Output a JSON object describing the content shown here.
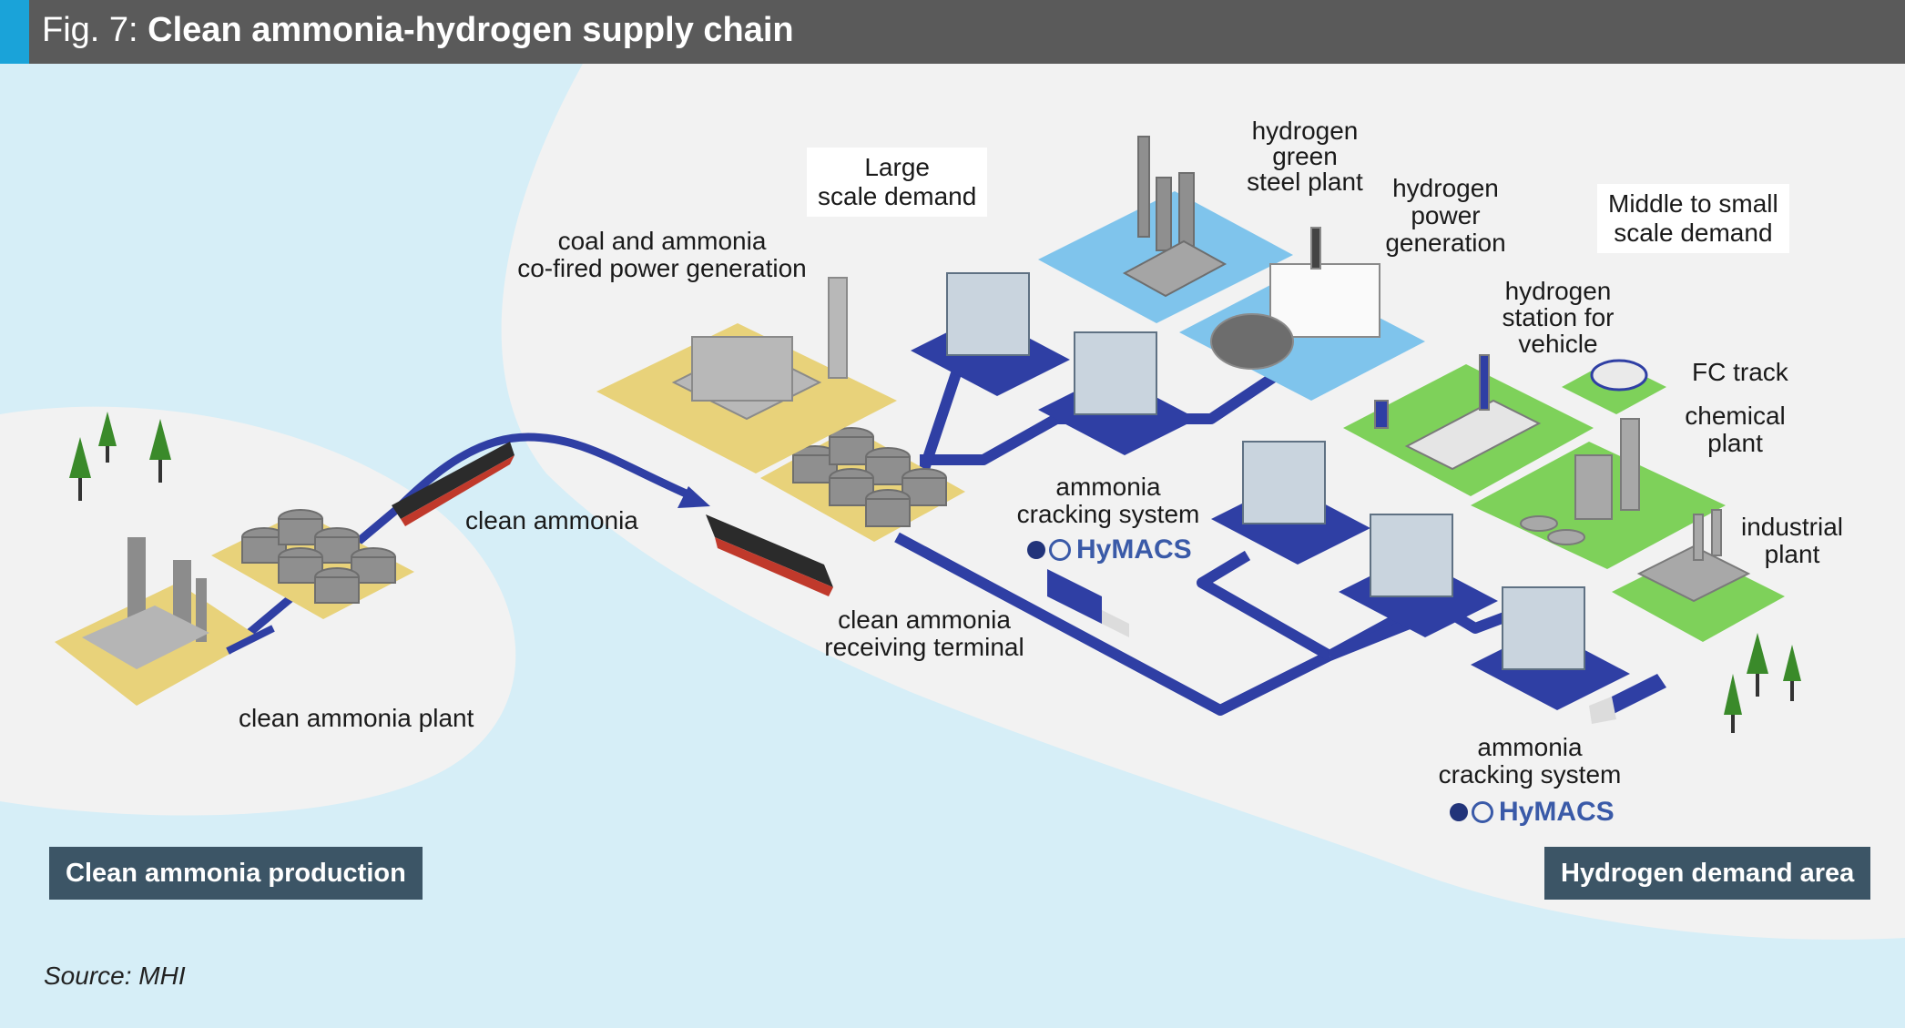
{
  "figure": {
    "fig_label": "Fig. 7:",
    "title": "Clean ammonia-hydrogen supply chain"
  },
  "labels": {
    "clean_ammonia_plant": "clean ammonia plant",
    "clean_ammonia": "clean ammonia",
    "receiving_terminal_l1": "clean ammonia",
    "receiving_terminal_l2": "receiving terminal",
    "cofired_l1": "coal and ammonia",
    "cofired_l2": "co-fired power generation",
    "cracking_1_l1": "ammonia",
    "cracking_1_l2": "cracking system",
    "cracking_2_l1": "ammonia",
    "cracking_2_l2": "cracking system",
    "green_steel_l1": "hydrogen",
    "green_steel_l2": "green",
    "green_steel_l3": "steel plant",
    "h2_power_l1": "hydrogen",
    "h2_power_l2": "power",
    "h2_power_l3": "generation",
    "h2_station_l1": "hydrogen",
    "h2_station_l2": "station for",
    "h2_station_l3": "vehicle",
    "fc_track": "FC track",
    "chemical_l1": "chemical",
    "chemical_l2": "plant",
    "industrial_l1": "industrial",
    "industrial_l2": "plant"
  },
  "boxes": {
    "large_l1": "Large",
    "large_l2": "scale demand",
    "middle_l1": "Middle to small",
    "middle_l2": "scale demand"
  },
  "brand": {
    "name": "HyMACS"
  },
  "tags": {
    "production": "Clean ammonia production",
    "demand": "Hydrogen demand area"
  },
  "source": "Source: MHI",
  "colors": {
    "sea": "#d6eef7",
    "land": "#f2f2f2",
    "pipeline": "#2f3fa4",
    "yellow_pad": "#e8d27a",
    "green_pad": "#7ed15a",
    "blue_pad": "#7fc4ec",
    "title_bar": "#5a5a5a",
    "accent": "#1aa3d9"
  }
}
